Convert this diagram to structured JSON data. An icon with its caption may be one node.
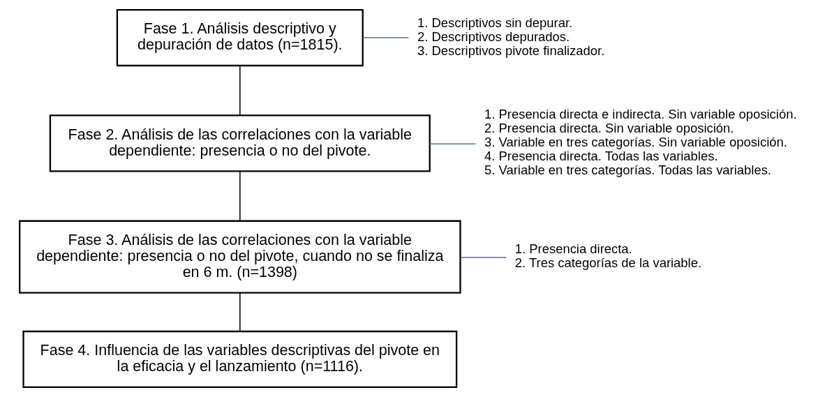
{
  "diagram": {
    "nodes": [
      {
        "text": [
          "Fase 1. Análisis descriptivo y depuración de datos (n=1815)."
        ]
      },
      {
        "text": [
          "1. Descriptivos sin depurar.",
          "2. Descriptivos depurados.",
          "3. Descriptivos pivote finalizador."
        ]
      },
      {
        "text": [
          "Fase 2. Análisis de las correlaciones con la variable dependiente: presencia o no del pivote."
        ]
      },
      {
        "text": [
          "1. Presencia directa e indirecta. Sin variable oposición.",
          "2. Presencia directa. Sin variable oposición.",
          "3. Variable en tres categorías. Sin variable oposición.",
          "4. Presencia directa. Todas las variables.",
          "5. Variable en tres categorías. Todas las variables."
        ]
      },
      {
        "text": [
          "Fase 3. Análisis de las correlaciones con la variable dependiente: presencia o no del pivote, cuando no se finaliza en 6 m. (n=1398)"
        ]
      },
      {
        "text": [
          "1. Presencia directa.",
          "2. Tres categorías de la variable."
        ]
      },
      {
        "text": [
          "Fase 4. Influencia de las variables descriptivas del pivote en la eficacia y el lanzamiento (n=1116)."
        ]
      }
    ],
    "edges": [
      {
        "from": 0,
        "to": 1,
        "arrow": "none",
        "color": "#4a6fa5"
      },
      {
        "from": 0,
        "to": 2,
        "arrow": "none",
        "color": "#000000"
      },
      {
        "from": 2,
        "to": 3,
        "arrow": "none",
        "color": "#4a6fa5"
      },
      {
        "from": 2,
        "to": 4,
        "arrow": "none",
        "color": "#000000"
      },
      {
        "from": 4,
        "to": 5,
        "arrow": "none",
        "color": "#4a6fa5"
      },
      {
        "from": 4,
        "to": 6,
        "arrow": "none",
        "color": "#000000"
      }
    ]
  }
}
